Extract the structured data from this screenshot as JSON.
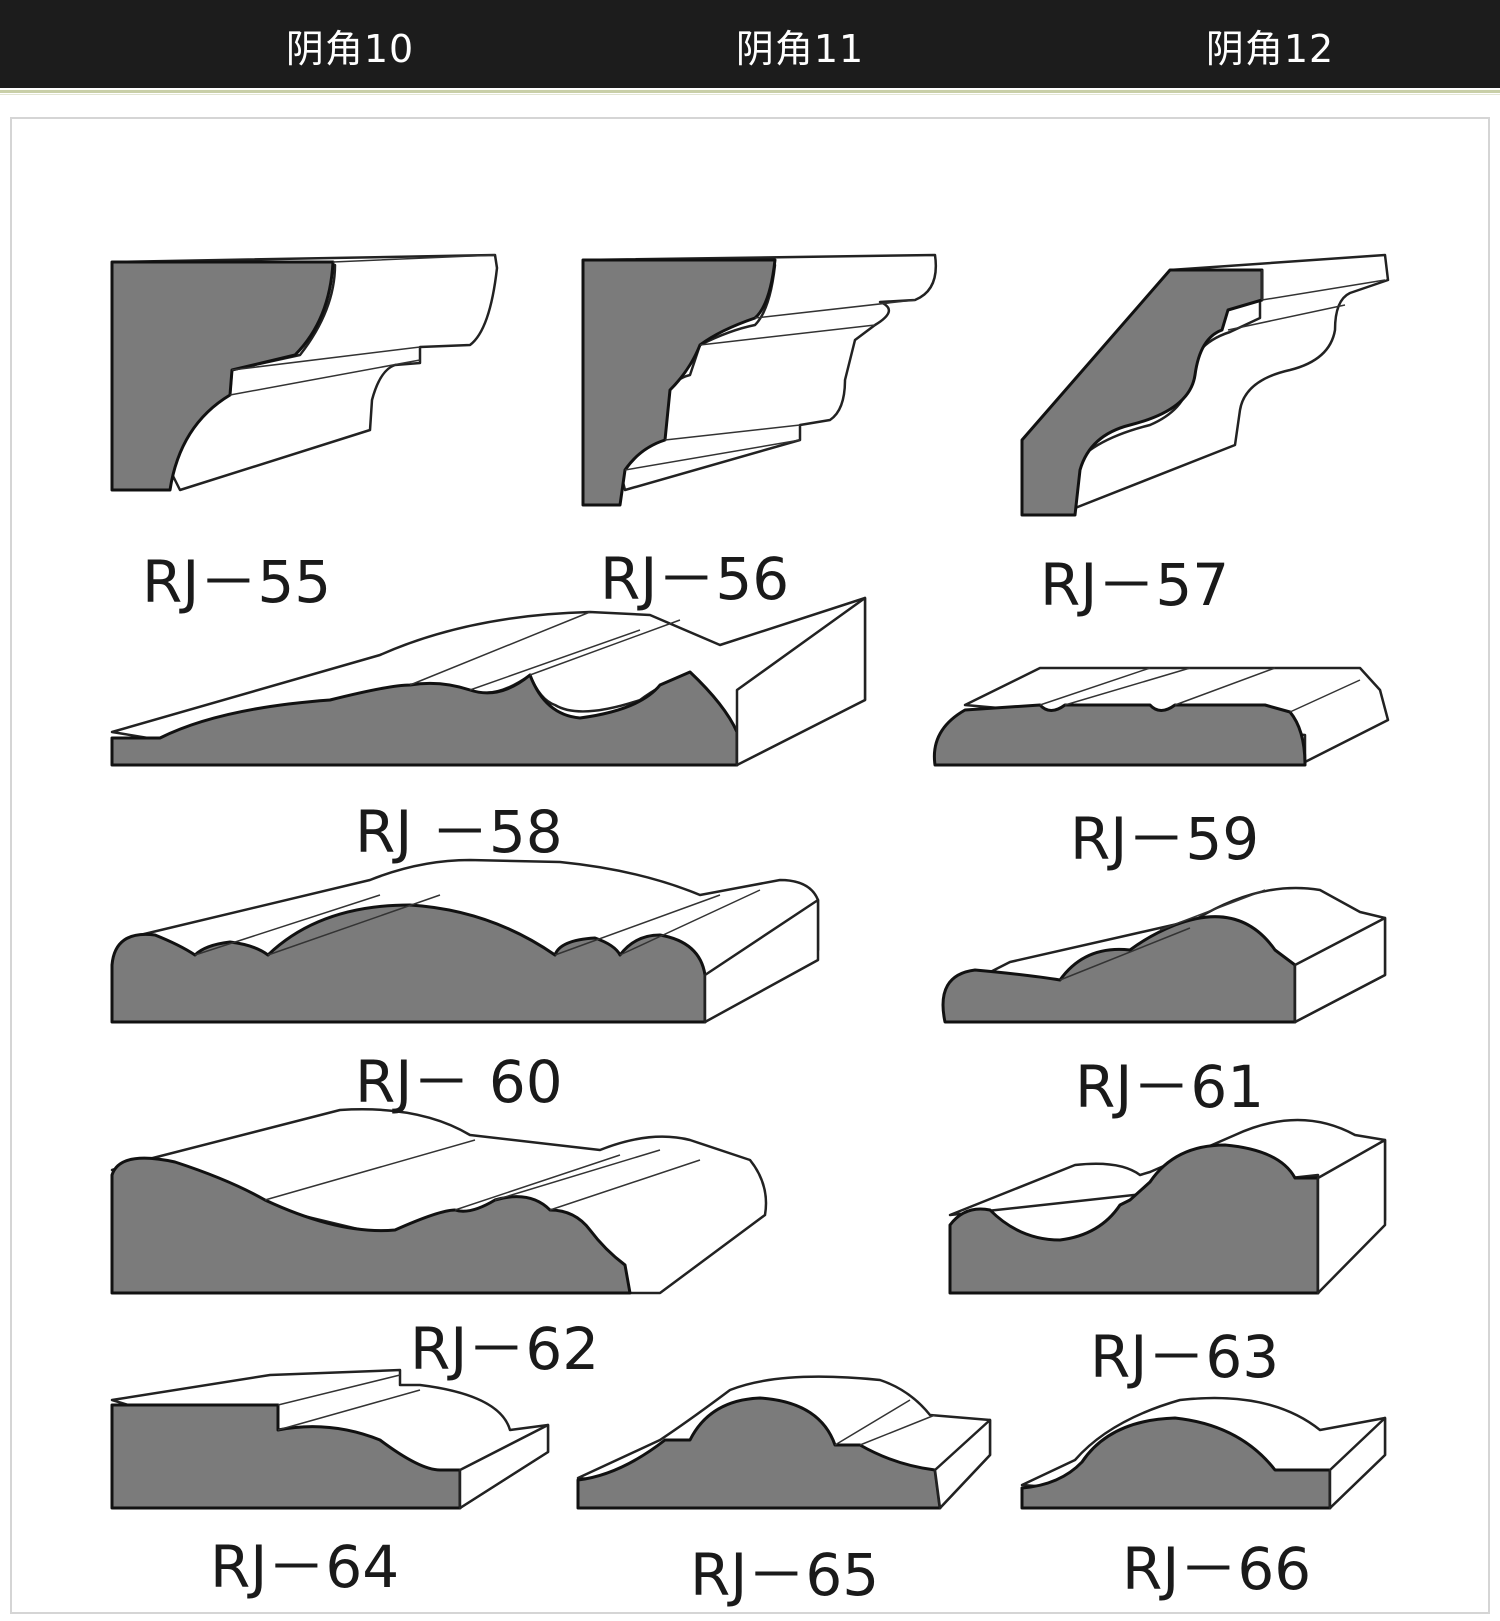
{
  "tabs": [
    {
      "label": "阴角10"
    },
    {
      "label": "阴角11"
    },
    {
      "label": "阴角12"
    }
  ],
  "profiles": [
    {
      "code": "RJ－55"
    },
    {
      "code": "RJ－56"
    },
    {
      "code": "RJ－57"
    },
    {
      "code": "RJ －58"
    },
    {
      "code": "RJ－59"
    },
    {
      "code": "RJ－ 60"
    },
    {
      "code": "RJ－61"
    },
    {
      "code": "RJ－62"
    },
    {
      "code": "RJ－63"
    },
    {
      "code": "RJ－64"
    },
    {
      "code": "RJ－65"
    },
    {
      "code": "RJ－66"
    }
  ],
  "colors": {
    "header_bg": "#1c1c1c",
    "profile_fill": "#7b7b7b",
    "rule": "#c9cfa8"
  }
}
